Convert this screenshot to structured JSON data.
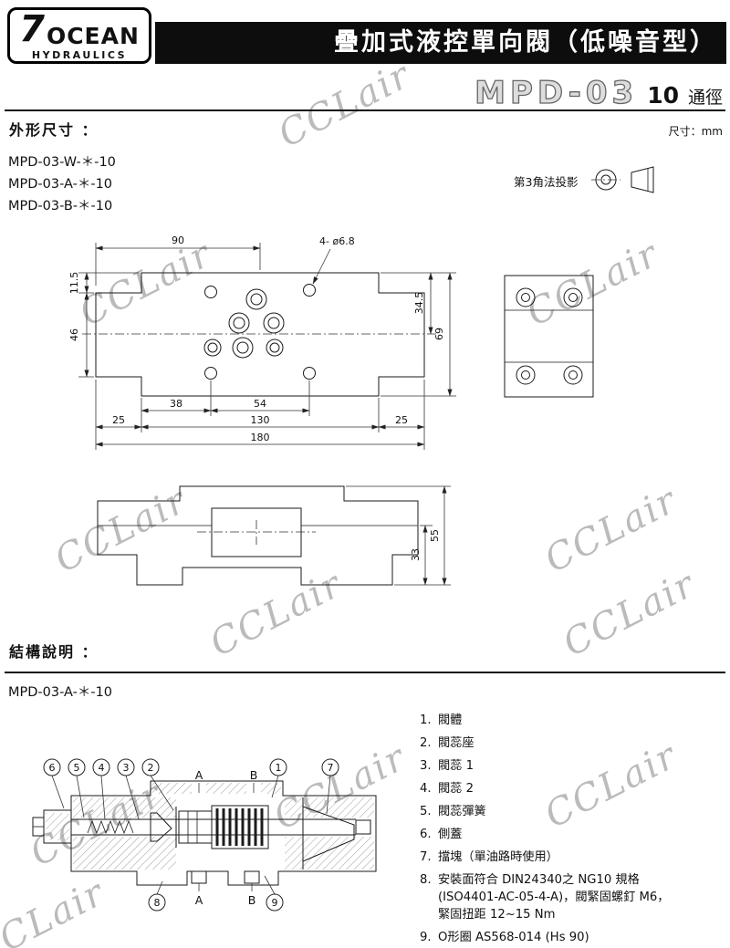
{
  "watermark": "CCLair",
  "header": {
    "logo": {
      "seven": "7",
      "brand": "OCEAN",
      "sub": "HYDRAULICS"
    },
    "title": "疊加式液控單向閥（低噪音型）",
    "model": "MPD-03",
    "size": "10",
    "size_unit": "通徑"
  },
  "outline_section": {
    "heading": "外形尺寸 ：",
    "unit_note": "尺寸：mm",
    "models": [
      {
        "label": "MPD-03-W-＊-10"
      },
      {
        "label": "MPD-03-A-＊-10"
      },
      {
        "label": "MPD-03-B-＊-10"
      }
    ],
    "projection": "第3角法投影"
  },
  "top_view": {
    "dim_90": "90",
    "dim_holes": "4- ø6.8",
    "dim_11_5": "11.5",
    "dim_46": "46",
    "dim_34_5": "34.5",
    "dim_69": "69",
    "dim_38": "38",
    "dim_54": "54",
    "dim_25_left": "25",
    "dim_130": "130",
    "dim_25_right": "25",
    "dim_180": "180"
  },
  "side_view": {
    "dim_33": "33",
    "dim_55": "55"
  },
  "structure_section": {
    "heading": "結構說明 ：",
    "model": "MPD-03-A-＊-10",
    "callouts": {
      "c1": "1",
      "c2": "2",
      "c3": "3",
      "c4": "4",
      "c5": "5",
      "c6": "6",
      "c7": "7",
      "c8": "8",
      "c9": "9",
      "a_top": "A",
      "b_top": "B",
      "a_bot": "A",
      "b_bot": "B"
    },
    "parts": [
      {
        "num": "1.",
        "lines": [
          "閥體"
        ]
      },
      {
        "num": "2.",
        "lines": [
          "閥蕊座"
        ]
      },
      {
        "num": "3.",
        "lines": [
          "閥蕊 1"
        ]
      },
      {
        "num": "4.",
        "lines": [
          "閥蕊 2"
        ]
      },
      {
        "num": "5.",
        "lines": [
          "閥蕊彈簧"
        ]
      },
      {
        "num": "6.",
        "lines": [
          "側蓋"
        ]
      },
      {
        "num": "7.",
        "lines": [
          "擋塊（單油路時使用）"
        ]
      },
      {
        "num": "8.",
        "lines": [
          "安裝面符合 DIN24340之 NG10 規格",
          "(ISO4401-AC-05-4-A)，閥緊固螺釘 M6，",
          "緊固扭距 12~15 Nm"
        ]
      },
      {
        "num": "9.",
        "lines": [
          "O形圈 AS568-014 (Hs 90)"
        ]
      }
    ]
  }
}
